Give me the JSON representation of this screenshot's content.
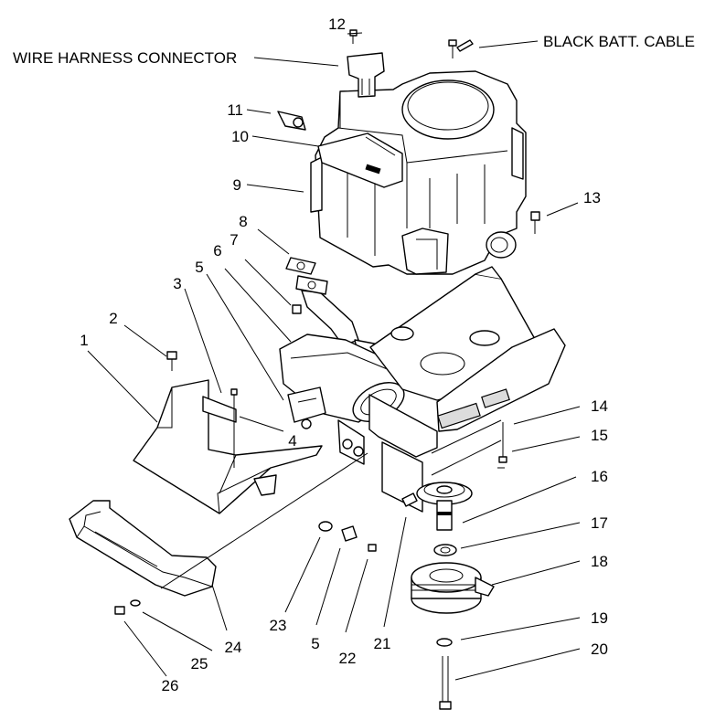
{
  "callouts": {
    "wire_harness_connector": "WIRE HARNESS CONNECTOR",
    "black_batt_cable": "BLACK BATT. CABLE",
    "n1": "1",
    "n2": "2",
    "n3": "3",
    "n4": "4",
    "n5a": "5",
    "n5b": "5",
    "n6": "6",
    "n7": "7",
    "n8": "8",
    "n9": "9",
    "n10": "10",
    "n11": "11",
    "n12": "12",
    "n13": "13",
    "n14": "14",
    "n15": "15",
    "n16": "16",
    "n17": "17",
    "n18": "18",
    "n19": "19",
    "n20": "20",
    "n21": "21",
    "n22": "22",
    "n23": "23",
    "n24": "24",
    "n25": "25",
    "n26": "26"
  }
}
